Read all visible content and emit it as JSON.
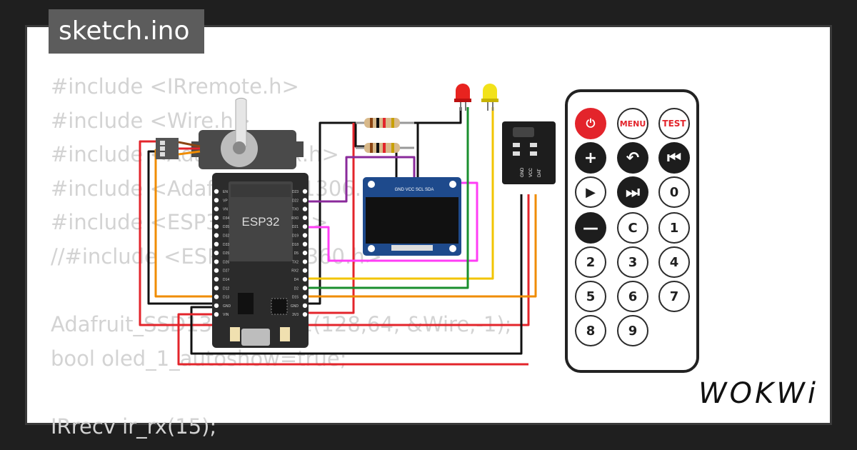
{
  "sketch": {
    "filename": "sketch.ino",
    "code_lines": [
      "#include <IRremote.h>",
      "#include <Wire.h>",
      "#include <Adafruit_GFX.h>",
      "#include <Adafruit_SSD1306.h>",
      "#include <ESP32Servo.h>",
      "//#include <ESP32Servo360.h>",
      "",
      "Adafruit_SSD1306 oled_1(128,64, &Wire,-1);",
      "bool oled_1_autoshow=true;",
      "",
      "IRrecv ir_rx(15);"
    ]
  },
  "esp32": {
    "label": "ESP32",
    "left_pins": [
      "EN",
      "VP",
      "VN",
      "D34",
      "D35",
      "D32",
      "D33",
      "D25",
      "D26",
      "D27",
      "D14",
      "D12",
      "D13",
      "GND",
      "VIN"
    ],
    "right_pins": [
      "D23",
      "D22",
      "TX0",
      "RX0",
      "D21",
      "D19",
      "D18",
      "D5",
      "TX2",
      "RX2",
      "D4",
      "D2",
      "D15",
      "GND",
      "3V3"
    ]
  },
  "oled": {
    "pin_labels": "GND VCC SCL SDA"
  },
  "ir_receiver": {
    "pins": [
      "GND",
      "VCC",
      "DAT"
    ]
  },
  "remote": {
    "buttons": [
      {
        "id": "power",
        "label": "⏻",
        "style": "red"
      },
      {
        "id": "menu",
        "label": "MENU",
        "style": "menu"
      },
      {
        "id": "test",
        "label": "TEST",
        "style": "test"
      },
      {
        "id": "plus",
        "label": "+",
        "style": "b"
      },
      {
        "id": "back",
        "label": "↶",
        "style": "b"
      },
      {
        "id": "prev",
        "label": "⏮",
        "style": "b"
      },
      {
        "id": "play",
        "label": "▶",
        "style": "w"
      },
      {
        "id": "next",
        "label": "⏭",
        "style": "b"
      },
      {
        "id": "zero",
        "label": "0",
        "style": "w"
      },
      {
        "id": "minus",
        "label": "—",
        "style": "b"
      },
      {
        "id": "clear",
        "label": "C",
        "style": "w"
      },
      {
        "id": "one",
        "label": "1",
        "style": "w"
      },
      {
        "id": "two",
        "label": "2",
        "style": "w"
      },
      {
        "id": "three",
        "label": "3",
        "style": "w"
      },
      {
        "id": "four",
        "label": "4",
        "style": "w"
      },
      {
        "id": "five",
        "label": "5",
        "style": "w"
      },
      {
        "id": "six",
        "label": "6",
        "style": "w"
      },
      {
        "id": "seven",
        "label": "7",
        "style": "w"
      },
      {
        "id": "eight",
        "label": "8",
        "style": "w"
      },
      {
        "id": "nine",
        "label": "9",
        "style": "w"
      }
    ]
  },
  "brand": {
    "name": "WOKWi"
  },
  "colors": {
    "led_red": "#e8231f",
    "led_yellow": "#f2e21a",
    "wire_red": "#e3242b",
    "wire_black": "#111111",
    "wire_green": "#1a8f2e",
    "wire_yellow": "#f2c400",
    "wire_orange": "#f08c00",
    "wire_purple": "#8a2a9b",
    "wire_magenta": "#ff3df5"
  }
}
